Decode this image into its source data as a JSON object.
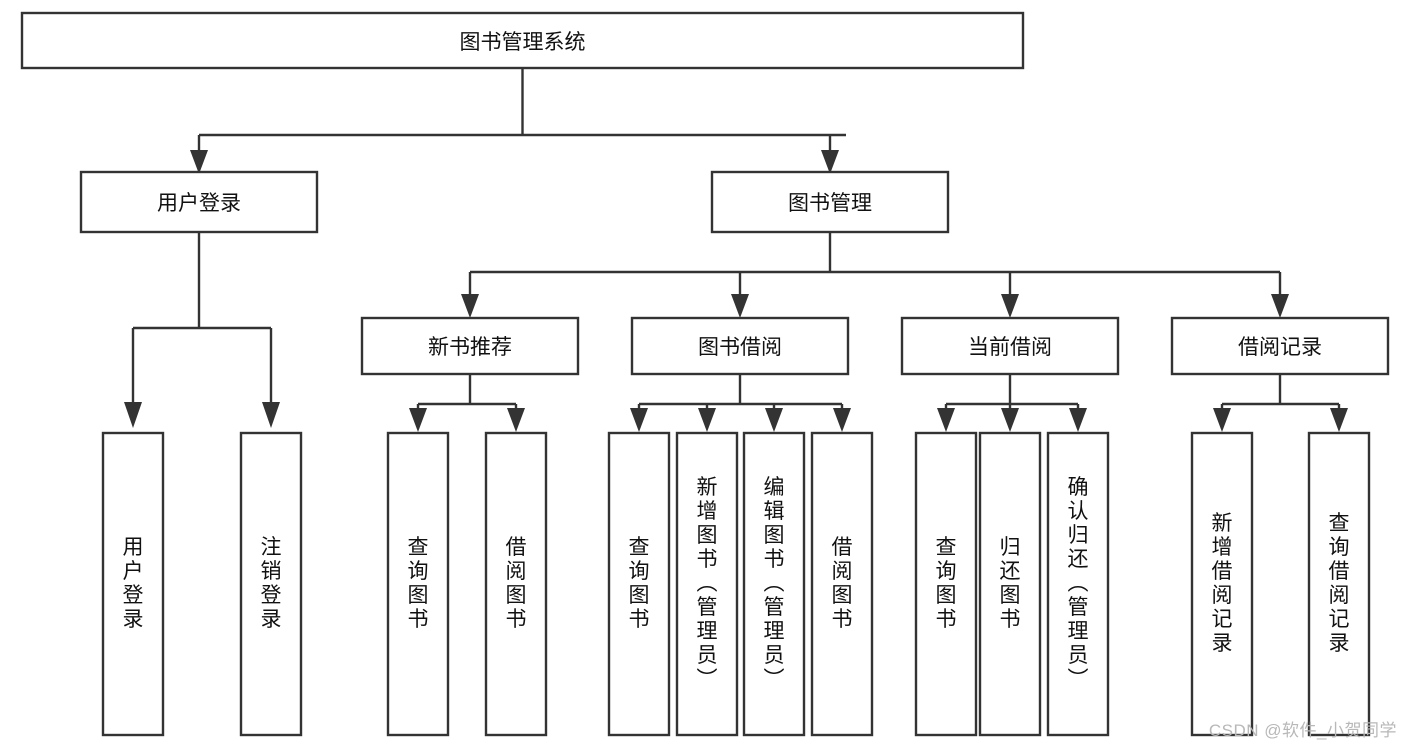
{
  "diagram": {
    "title": "图书管理系统",
    "type": "hierarchy-tree",
    "watermark": "CSDN @软件_小贺同学",
    "colors": {
      "box_stroke": "#333333",
      "box_fill": "#ffffff",
      "text": "#111111",
      "background": "#ffffff",
      "watermark": "#b8b8b8"
    },
    "levels": {
      "root": {
        "label": "图书管理系统"
      },
      "level2": [
        {
          "id": "user-login",
          "label": "用户登录"
        },
        {
          "id": "book-manage",
          "label": "图书管理"
        }
      ],
      "level3": [
        {
          "id": "new-book-recommend",
          "label": "新书推荐",
          "parent": "book-manage"
        },
        {
          "id": "book-borrow",
          "label": "图书借阅",
          "parent": "book-manage"
        },
        {
          "id": "current-borrow",
          "label": "当前借阅",
          "parent": "book-manage"
        },
        {
          "id": "borrow-record",
          "label": "借阅记录",
          "parent": "book-manage"
        }
      ],
      "leaves": [
        {
          "id": "leaf-user-login",
          "label": "用户登录",
          "parent": "user-login"
        },
        {
          "id": "leaf-logout",
          "label": "注销登录",
          "parent": "user-login"
        },
        {
          "id": "leaf-query-book-1",
          "label": "查询图书",
          "parent": "new-book-recommend"
        },
        {
          "id": "leaf-borrow-book-1",
          "label": "借阅图书",
          "parent": "new-book-recommend"
        },
        {
          "id": "leaf-query-book-2",
          "label": "查询图书",
          "parent": "book-borrow"
        },
        {
          "id": "leaf-add-book",
          "label": "新增图书（管理员）",
          "parent": "book-borrow"
        },
        {
          "id": "leaf-edit-book",
          "label": "编辑图书（管理员）",
          "parent": "book-borrow"
        },
        {
          "id": "leaf-borrow-book-2",
          "label": "借阅图书",
          "parent": "book-borrow"
        },
        {
          "id": "leaf-query-book-3",
          "label": "查询图书",
          "parent": "current-borrow"
        },
        {
          "id": "leaf-return-book",
          "label": "归还图书",
          "parent": "current-borrow"
        },
        {
          "id": "leaf-confirm-return",
          "label": "确认归还（管理员）",
          "parent": "current-borrow"
        },
        {
          "id": "leaf-add-record",
          "label": "新增借阅记录",
          "parent": "borrow-record"
        },
        {
          "id": "leaf-query-record",
          "label": "查询借阅记录",
          "parent": "borrow-record"
        }
      ]
    }
  }
}
